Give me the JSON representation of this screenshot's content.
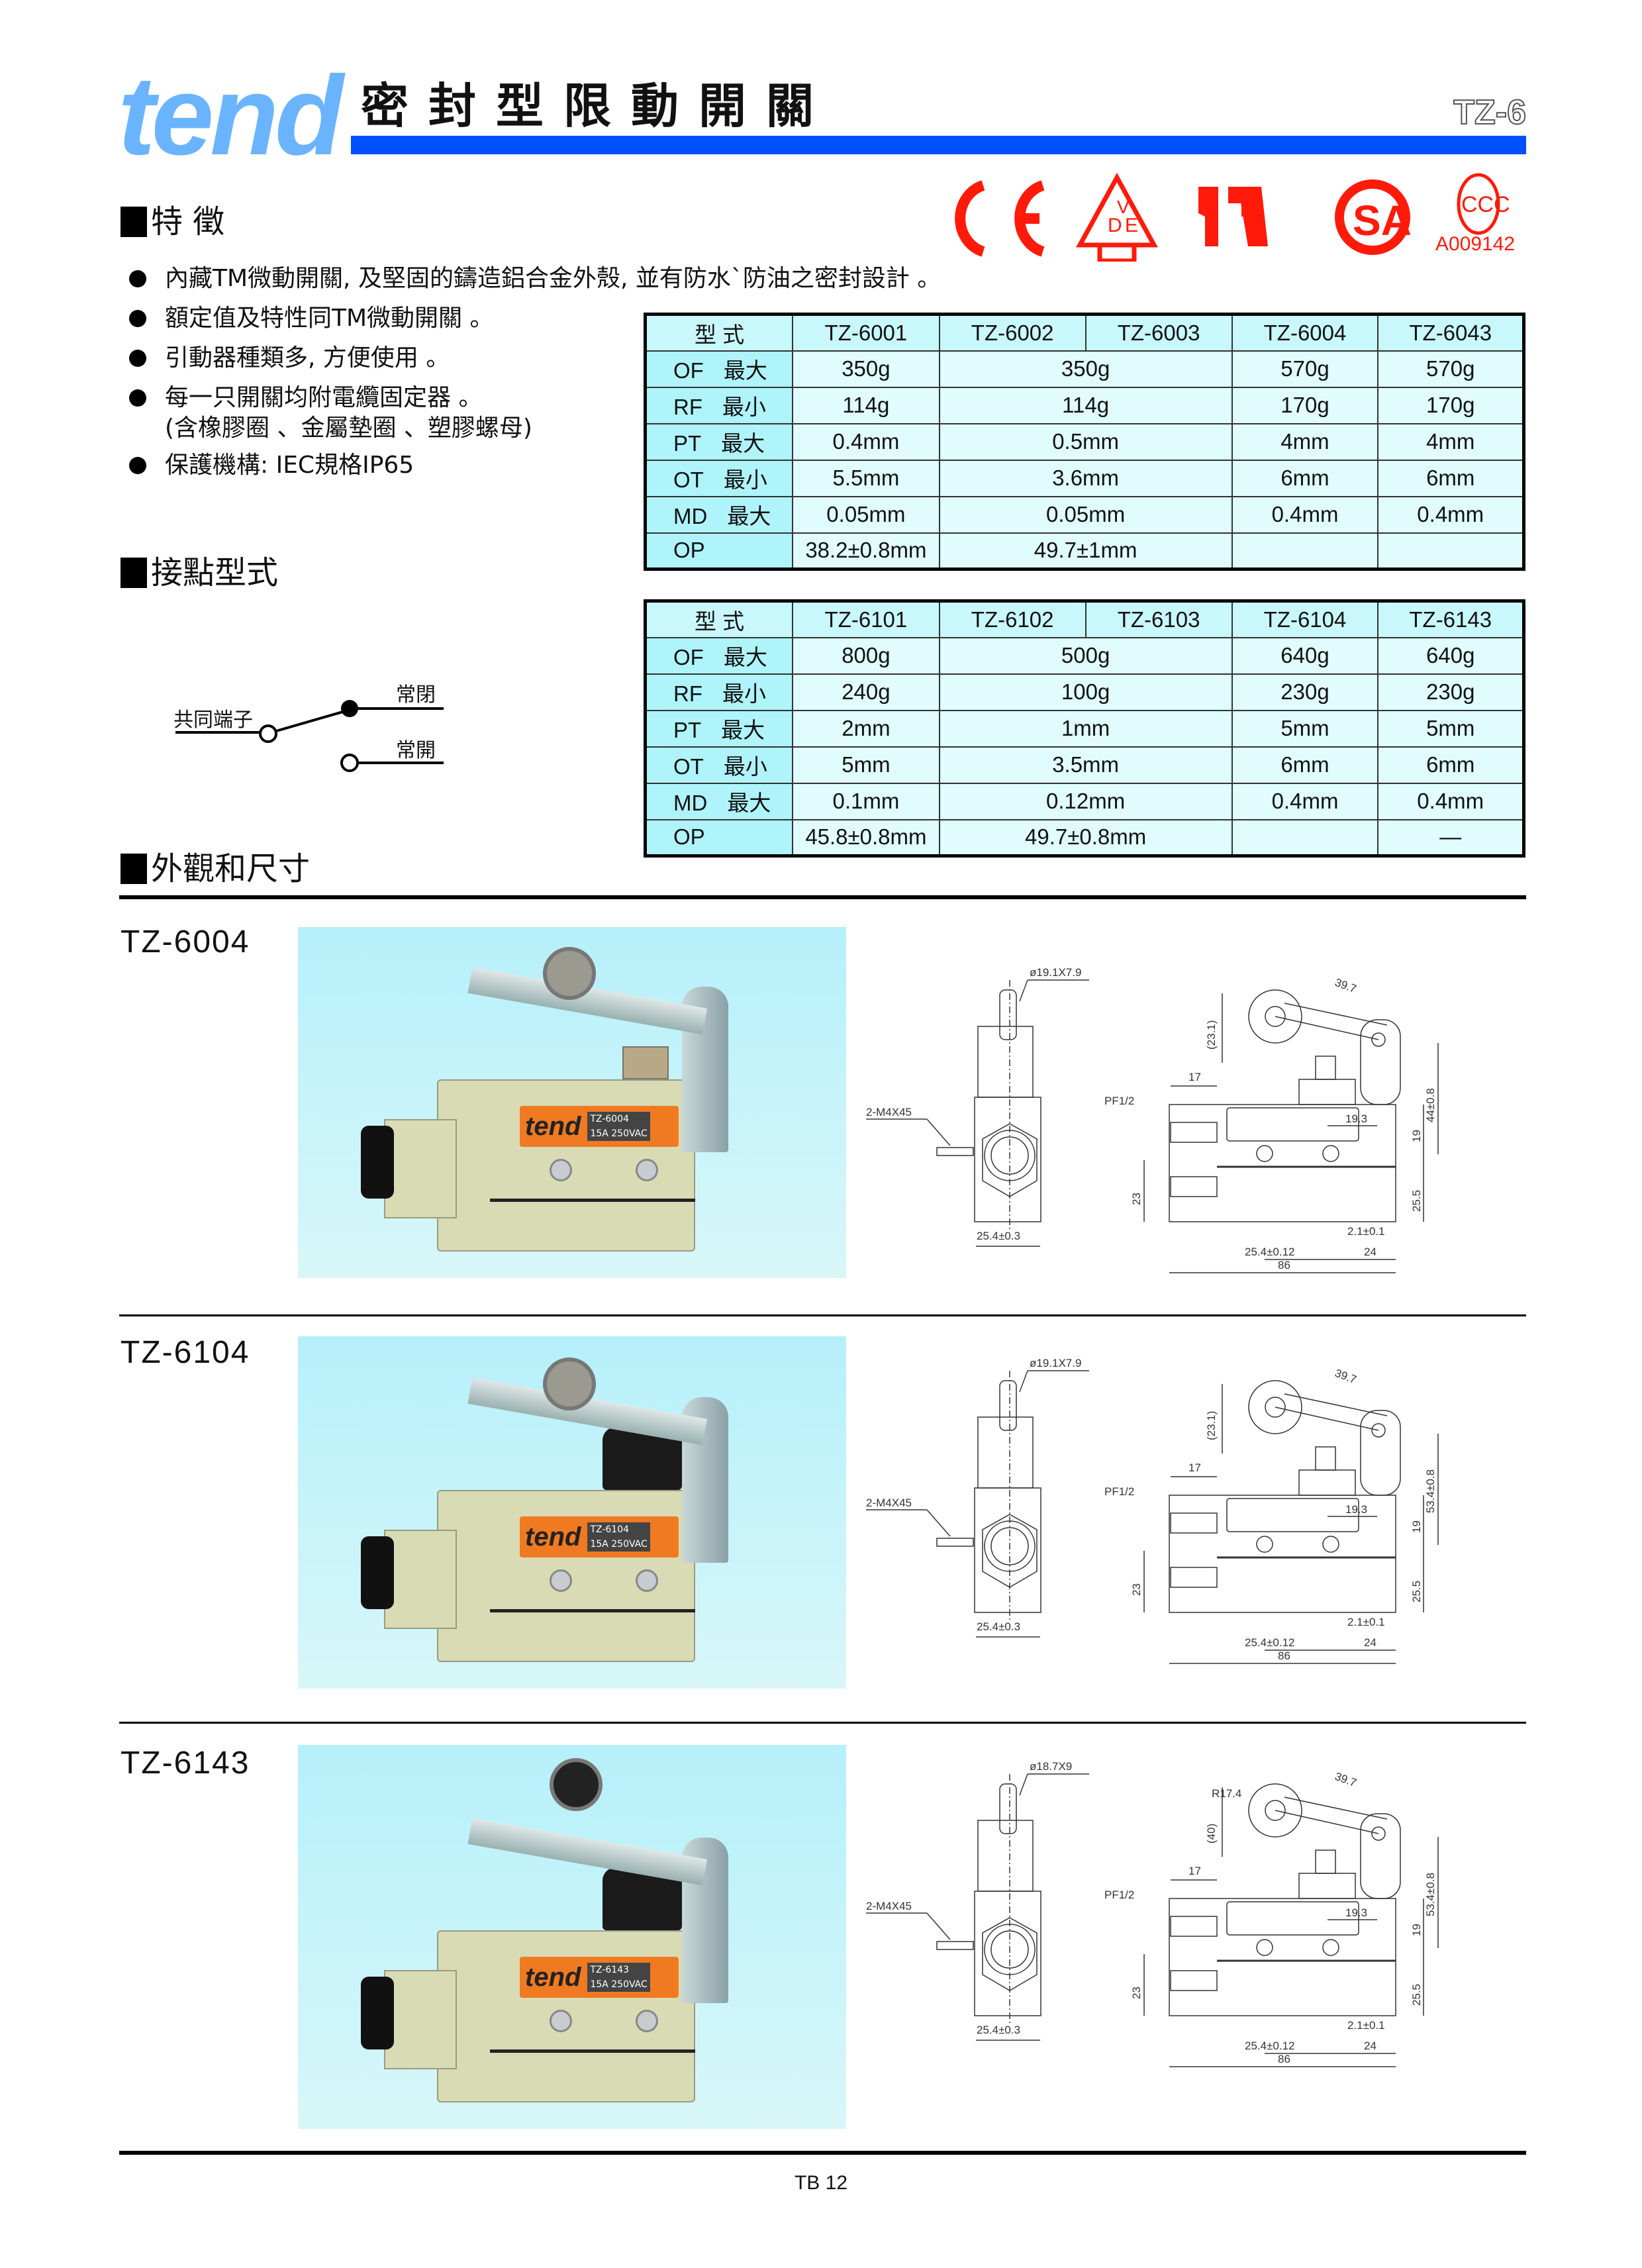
{
  "header": {
    "logo": "tend",
    "title": "密封型限動開關",
    "series": "TZ-6"
  },
  "certifications": {
    "icons": [
      "ce-mark",
      "vde-mark",
      "ul-mark",
      "csa-mark",
      "ccc-mark"
    ],
    "ccc_number": "A009142",
    "color": "#ff1a0a"
  },
  "features": {
    "heading": "特 徵",
    "items": [
      {
        "text": "內藏TM微動開關, 及堅固的鑄造鋁合金外殼, 並有防水`防油之密封設計 。"
      },
      {
        "text": "額定值及特性同TM微動開關 。"
      },
      {
        "text": "引動器種類多, 方便使用 。"
      },
      {
        "text": "每一只開關均附電纜固定器 。",
        "sub": "(含橡膠圈 、金屬墊圈 、塑膠螺母)"
      },
      {
        "text": "保護機構: IEC規格IP65"
      }
    ]
  },
  "tables": [
    {
      "header": [
        "型 式",
        "TZ-6001",
        "TZ-6002",
        "TZ-6003",
        "TZ-6004",
        "TZ-6043"
      ],
      "rows": [
        {
          "label": "OF",
          "sub": "最大",
          "cells": [
            {
              "v": "350g"
            },
            {
              "v": "350g",
              "span": 2
            },
            {
              "v": "570g"
            },
            {
              "v": "570g"
            }
          ]
        },
        {
          "label": "RF",
          "sub": "最小",
          "cells": [
            {
              "v": "114g"
            },
            {
              "v": "114g",
              "span": 2
            },
            {
              "v": "170g"
            },
            {
              "v": "170g"
            }
          ]
        },
        {
          "label": "PT",
          "sub": "最大",
          "cells": [
            {
              "v": "0.4mm"
            },
            {
              "v": "0.5mm",
              "span": 2
            },
            {
              "v": "4mm"
            },
            {
              "v": "4mm"
            }
          ]
        },
        {
          "label": "OT",
          "sub": "最小",
          "cells": [
            {
              "v": "5.5mm"
            },
            {
              "v": "3.6mm",
              "span": 2
            },
            {
              "v": "6mm"
            },
            {
              "v": "6mm"
            }
          ]
        },
        {
          "label": "MD",
          "sub": "最大",
          "cells": [
            {
              "v": "0.05mm"
            },
            {
              "v": "0.05mm",
              "span": 2
            },
            {
              "v": "0.4mm"
            },
            {
              "v": "0.4mm"
            }
          ]
        },
        {
          "label": "OP",
          "sub": "",
          "cells": [
            {
              "v": "38.2±0.8mm"
            },
            {
              "v": "49.7±1mm",
              "span": 2
            },
            {
              "v": ""
            },
            {
              "v": ""
            }
          ]
        }
      ]
    },
    {
      "header": [
        "型 式",
        "TZ-6101",
        "TZ-6102",
        "TZ-6103",
        "TZ-6104",
        "TZ-6143"
      ],
      "rows": [
        {
          "label": "OF",
          "sub": "最大",
          "cells": [
            {
              "v": "800g"
            },
            {
              "v": "500g",
              "span": 2
            },
            {
              "v": "640g"
            },
            {
              "v": "640g"
            }
          ]
        },
        {
          "label": "RF",
          "sub": "最小",
          "cells": [
            {
              "v": "240g"
            },
            {
              "v": "100g",
              "span": 2
            },
            {
              "v": "230g"
            },
            {
              "v": "230g"
            }
          ]
        },
        {
          "label": "PT",
          "sub": "最大",
          "cells": [
            {
              "v": "2mm"
            },
            {
              "v": "1mm",
              "span": 2
            },
            {
              "v": "5mm"
            },
            {
              "v": "5mm"
            }
          ]
        },
        {
          "label": "OT",
          "sub": "最小",
          "cells": [
            {
              "v": "5mm"
            },
            {
              "v": "3.5mm",
              "span": 2
            },
            {
              "v": "6mm"
            },
            {
              "v": "6mm"
            }
          ]
        },
        {
          "label": "MD",
          "sub": "最大",
          "cells": [
            {
              "v": "0.1mm"
            },
            {
              "v": "0.12mm",
              "span": 2
            },
            {
              "v": "0.4mm"
            },
            {
              "v": "0.4mm"
            }
          ]
        },
        {
          "label": "OP",
          "sub": "",
          "cells": [
            {
              "v": "45.8±0.8mm"
            },
            {
              "v": "49.7±0.8mm",
              "span": 2
            },
            {
              "v": ""
            },
            {
              "v": "—"
            }
          ]
        }
      ]
    }
  ],
  "contact": {
    "heading": "接點型式",
    "common": "共同端子",
    "nc": "常閉",
    "no": "常開"
  },
  "dimensions": {
    "heading": "外觀和尺寸"
  },
  "products": [
    {
      "model": "TZ-6004",
      "photo_brand": "tend",
      "photo_model": "TZ-6004",
      "photo_rating": "15A 250VAC",
      "actuator": "roller-lever",
      "dims": {
        "roller": "ø19.1X7.9",
        "screw": "2-M4X45",
        "width": "25.4±0.3",
        "lever": "39.7",
        "offset": "(23.1)",
        "conduit": "17",
        "thread": "PF1/2",
        "d19_3": "19.3",
        "height": "44±0.8",
        "d19": "19",
        "d25_5": "25.5",
        "d23": "23",
        "d2_1": "2.1±0.1",
        "d25_4": "25.4±0.12",
        "d24": "24",
        "d86": "86"
      }
    },
    {
      "model": "TZ-6104",
      "photo_brand": "tend",
      "photo_model": "TZ-6104",
      "photo_rating": "15A 250VAC",
      "actuator": "roller-lever-boot",
      "dims": {
        "roller": "ø19.1X7.9",
        "screw": "2-M4X45",
        "width": "25.4±0.3",
        "lever": "39.7",
        "offset": "(23.1)",
        "conduit": "17",
        "thread": "PF1/2",
        "d19_3": "19.3",
        "height": "53.4±0.8",
        "d19": "19",
        "d25_5": "25.5",
        "d23": "23",
        "d2_1": "2.1±0.1",
        "d25_4": "25.4±0.12",
        "d24": "24",
        "d86": "86"
      }
    },
    {
      "model": "TZ-6143",
      "photo_brand": "tend",
      "photo_model": "TZ-6143",
      "photo_rating": "15A 250VAC",
      "actuator": "adjustable-roller-lever",
      "dims": {
        "roller": "ø18.7X9",
        "screw": "2-M4X45",
        "width": "25.4±0.3",
        "lever": "39.7",
        "offset": "(40)",
        "radius": "R17.4",
        "conduit": "17",
        "thread": "PF1/2",
        "d19_3": "19.3",
        "height": "53.4±0.8",
        "d19": "19",
        "d25_5": "25.5",
        "d23": "23",
        "d2_1": "2.1±0.1",
        "d25_4": "25.4±0.12",
        "d24": "24",
        "d86": "86"
      }
    }
  ],
  "footer": {
    "page": "TB 12"
  }
}
